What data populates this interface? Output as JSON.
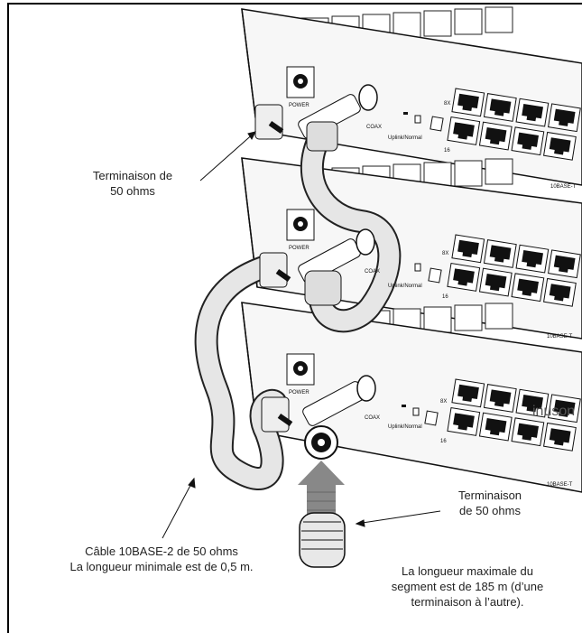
{
  "labels": {
    "term_top_line1": "Terminaison de",
    "term_top_line2": "50 ohms",
    "term_bot_line1": "Terminaison",
    "term_bot_line2": "de 50 ohms",
    "cable_line1": "Câble 10BASE-2 de 50 ohms",
    "cable_line2": "La longueur minimale est de 0,5 m.",
    "maxlen_line1": "La longueur maximale du",
    "maxlen_line2": "segment est de 185 m (d’une",
    "maxlen_line3": "terminaison à l’autre)."
  },
  "device_text": {
    "power": "POWER",
    "coax": "COAX",
    "uplink": "Uplink/Normal",
    "port_left": "8X",
    "port_bottom": "16",
    "tenbase": "10BASE-T",
    "brand_fragment": "inuson"
  }
}
